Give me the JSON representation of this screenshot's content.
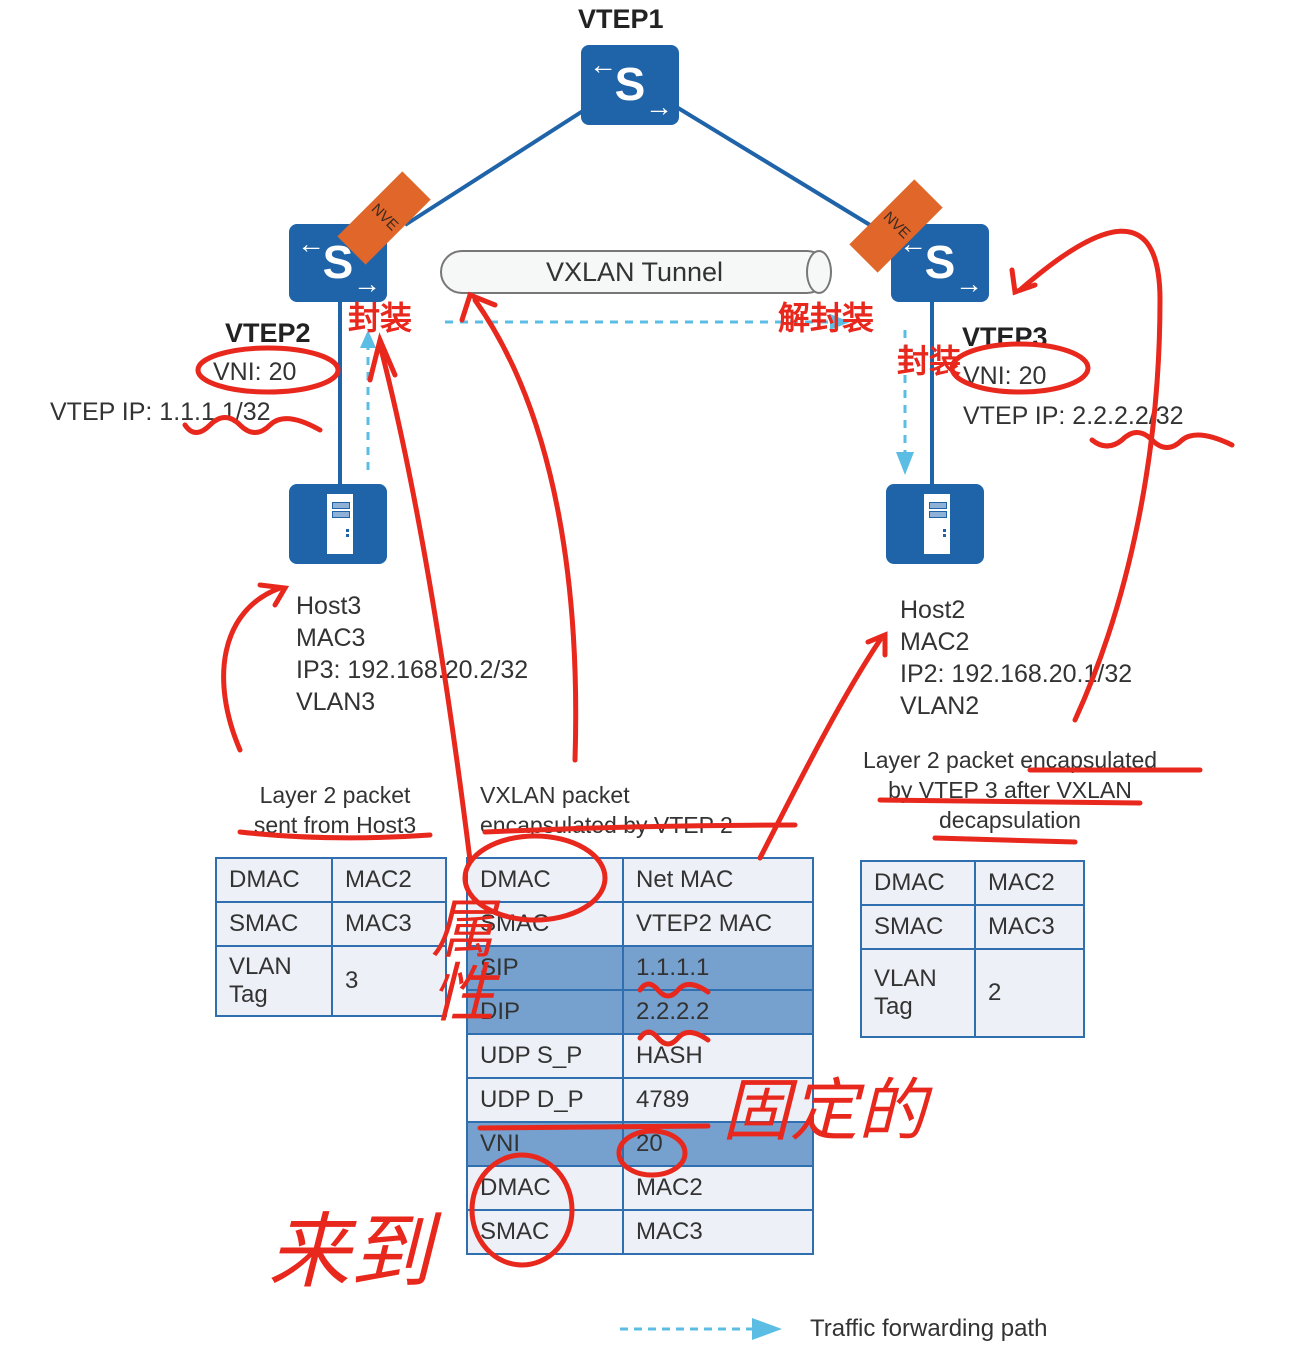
{
  "diagram": {
    "vtep1": {
      "label": "VTEP1"
    },
    "vtep2": {
      "label": "VTEP2",
      "vni": "VNI: 20",
      "vtep_ip": "VTEP IP: 1.1.1.1/32",
      "nve": "NVE"
    },
    "vtep3": {
      "label": "VTEP3",
      "vni": "VNI: 20",
      "vtep_ip": "VTEP IP: 2.2.2.2/32",
      "nve": "NVE"
    },
    "tunnel": {
      "label": "VXLAN Tunnel"
    },
    "switch_glyph": "S",
    "host3": {
      "lines": [
        "Host3",
        "MAC3",
        "IP3: 192.168.20.2/32",
        "VLAN3"
      ]
    },
    "host2": {
      "lines": [
        "Host2",
        "MAC2",
        "IP2: 192.168.20.1/32",
        "VLAN2"
      ]
    },
    "colors": {
      "device_blue": "#1f63a8",
      "nve_orange": "#e0662a",
      "path_cyan": "#5bbde4",
      "highlight_row": "#76a1cf",
      "annotation_red": "#e8271d"
    }
  },
  "packets": {
    "host3_packet": {
      "caption": [
        "Layer 2 packet",
        "sent from Host3"
      ],
      "rows": [
        {
          "field": "DMAC",
          "value": "MAC2"
        },
        {
          "field": "SMAC",
          "value": "MAC3"
        },
        {
          "field": "VLAN Tag",
          "value": "3"
        }
      ]
    },
    "vxlan_packet": {
      "caption": [
        "VXLAN packet",
        "encapsulated by VTEP 2"
      ],
      "rows": [
        {
          "field": "DMAC",
          "value": "Net MAC",
          "highlight": false
        },
        {
          "field": "SMAC",
          "value": "VTEP2 MAC",
          "highlight": false
        },
        {
          "field": "SIP",
          "value": "1.1.1.1",
          "highlight": true
        },
        {
          "field": "DIP",
          "value": "2.2.2.2",
          "highlight": true
        },
        {
          "field": "UDP S_P",
          "value": "HASH",
          "highlight": false
        },
        {
          "field": "UDP D_P",
          "value": "4789",
          "highlight": false
        },
        {
          "field": "VNI",
          "value": "20",
          "highlight": true
        },
        {
          "field": "DMAC",
          "value": "MAC2",
          "highlight": false
        },
        {
          "field": "SMAC",
          "value": "MAC3",
          "highlight": false
        }
      ]
    },
    "host2_packet": {
      "caption": [
        "Layer 2 packet encapsulated",
        "by VTEP 3 after VXLAN",
        "decapsulation"
      ],
      "rows": [
        {
          "field": "DMAC",
          "value": "MAC2"
        },
        {
          "field": "SMAC",
          "value": "MAC3"
        },
        {
          "field": "VLAN Tag",
          "value": "2"
        }
      ]
    }
  },
  "legend": {
    "label": "Traffic forwarding path"
  },
  "annotations": {
    "encap_vtep2": "封装",
    "decap_vtep3": "解封装",
    "encap_vtep3": "封装",
    "handwritten_attribute": "属性",
    "handwritten_fixed": "固定的",
    "handwritten_came": "来到"
  }
}
